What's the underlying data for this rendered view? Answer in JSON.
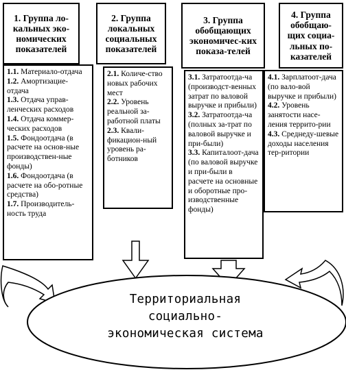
{
  "groups": [
    {
      "title": "1. Группа ло-кальных эко-номических показателей",
      "items": [
        {
          "num": "1.1.",
          "text": "Материало-отдача"
        },
        {
          "num": "1.2.",
          "text": "Амортизацие-отдача"
        },
        {
          "num": "1.3.",
          "text": "Отдача управ-ленческих расходов"
        },
        {
          "num": "1.4.",
          "text": "Отдача коммер-ческих расходов"
        },
        {
          "num": "1.5.",
          "text": "Фондоотдача (в расчете на основ-ные производствен-ные фонды)"
        },
        {
          "num": "1.6.",
          "text": "Фондоотдача (в расчете на обо-ротные средства)"
        },
        {
          "num": "1.7.",
          "text": "Производитель-ность труда"
        }
      ]
    },
    {
      "title": "2. Группа локальных социальных показателей",
      "items": [
        {
          "num": "2.1.",
          "text": "Количе-ство новых рабочих мест"
        },
        {
          "num": "2.2.",
          "text": "Уровень реальной за-работной платы"
        },
        {
          "num": "2.3.",
          "text": "Квали-фикацион-ный уровень ра-ботников"
        }
      ]
    },
    {
      "title": "3. Группа обобщающих экономичес-ких показа-телей",
      "items": [
        {
          "num": "3.1.",
          "text": "Затратоотда-ча (производст-венных затрат по валовой выручке и прибыли)"
        },
        {
          "num": "3.2.",
          "text": "Затратоотда-ча (полных за-трат по валовой выручке и при-были)"
        },
        {
          "num": "3.3.",
          "text": "Капиталоот-дача (по валовой выручке и при-были в расчете на основные и оборотные про-изводственные фонды)"
        }
      ]
    },
    {
      "title": "4. Группа обобщаю-щих социа-льных по-казателей",
      "items": [
        {
          "num": "4.1.",
          "text": "Зарплатоот-дача (по вало-вой выручке и прибыли)"
        },
        {
          "num": "4.2.",
          "text": "Уровень занятости насе-ления террито-рии"
        },
        {
          "num": "4.3.",
          "text": "Среднеду-шевые доходы населения тер-ритории"
        }
      ]
    }
  ],
  "system": {
    "line1": "Территориальная",
    "line2": "социально-",
    "line3": "экономическая система"
  }
}
